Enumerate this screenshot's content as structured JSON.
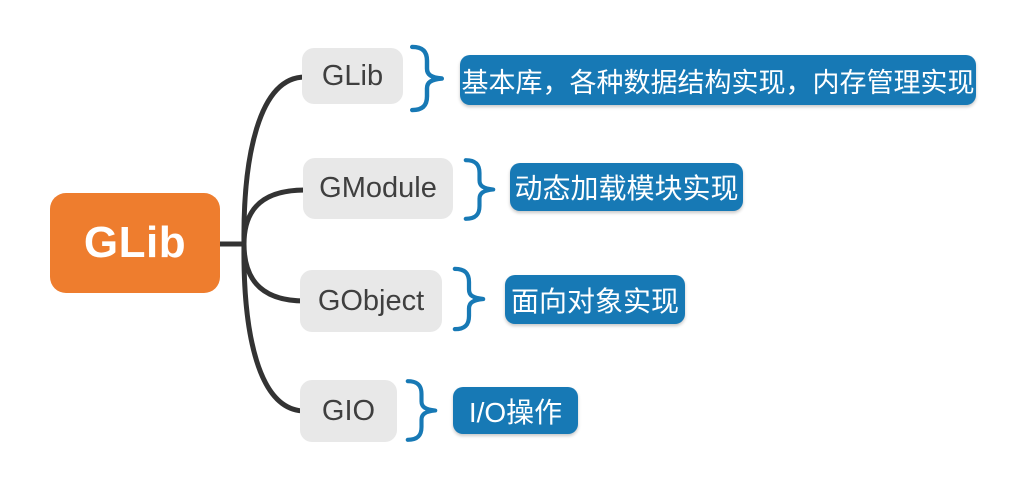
{
  "diagram": {
    "title": "GLib library structure mindmap",
    "root": {
      "label": "GLib"
    },
    "children": [
      {
        "label": "GLib",
        "description": "基本库，各种数据结构实现，内存管理实现"
      },
      {
        "label": "GModule",
        "description": "动态加载模块实现"
      },
      {
        "label": "GObject",
        "description": "面向对象实现"
      },
      {
        "label": "GIO",
        "description": "I/O操作"
      }
    ]
  },
  "colors": {
    "root_bg": "#EE7D2E",
    "root_text": "#FFFFFF",
    "child_bg": "#E8E8E8",
    "child_text": "#3F3F3F",
    "desc_bg": "#1779B5",
    "desc_text": "#FFFFFF",
    "connector": "#333333",
    "brace": "#1779B5"
  }
}
